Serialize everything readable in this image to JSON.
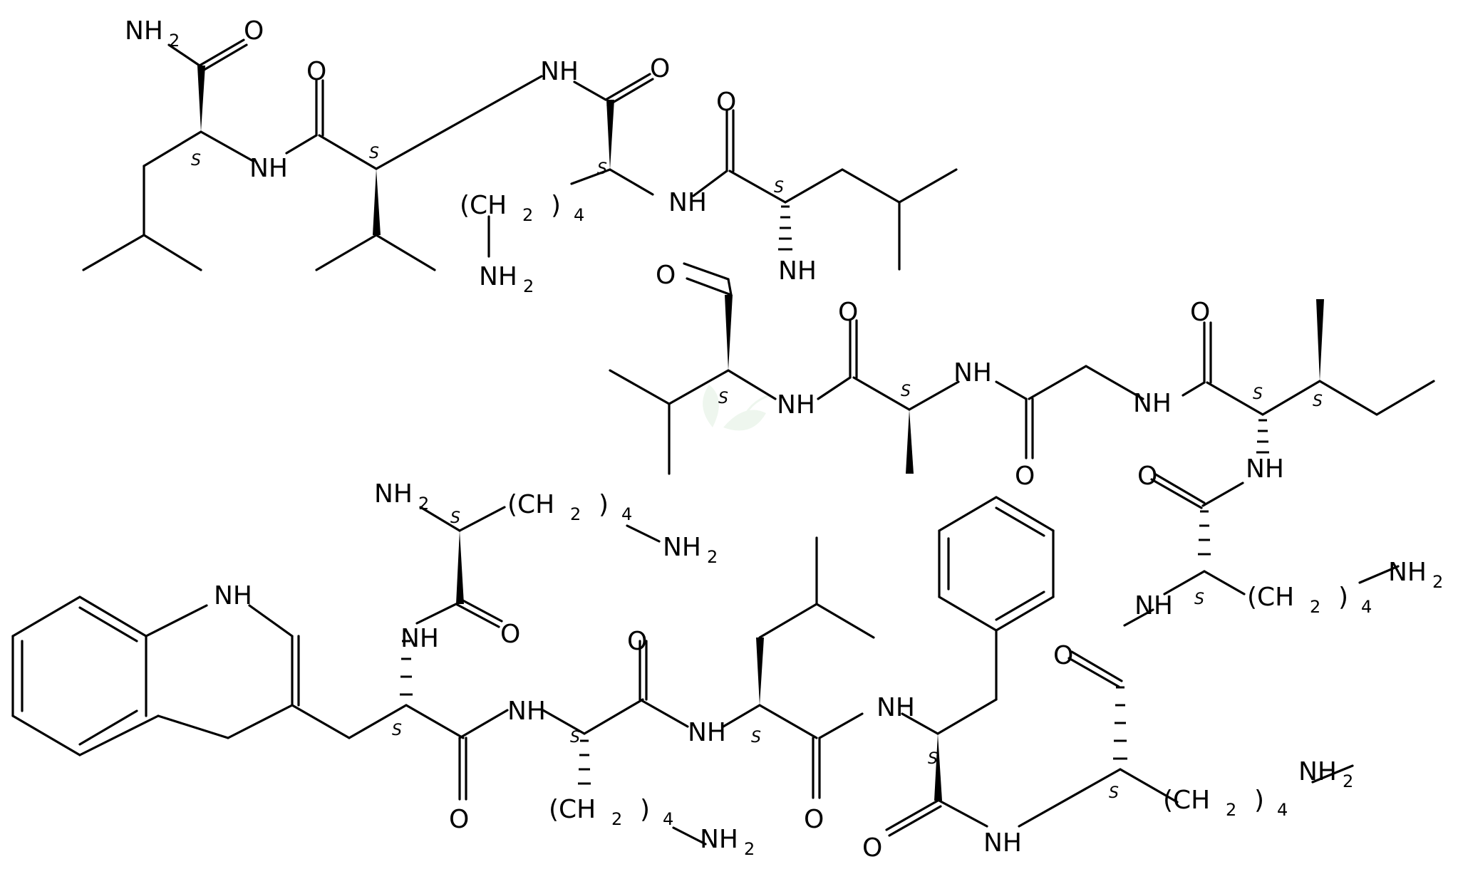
{
  "molecule": {
    "atoms": {
      "nh2": "NH",
      "h2": "2",
      "nh": "NH",
      "o": "O",
      "ch": "(CH",
      "two": "2",
      "close4": ")",
      "four": "4",
      "s": "S"
    }
  },
  "colors": {
    "ink": "#000000",
    "background": "#ffffff",
    "watermark": "#d6ecd6"
  }
}
